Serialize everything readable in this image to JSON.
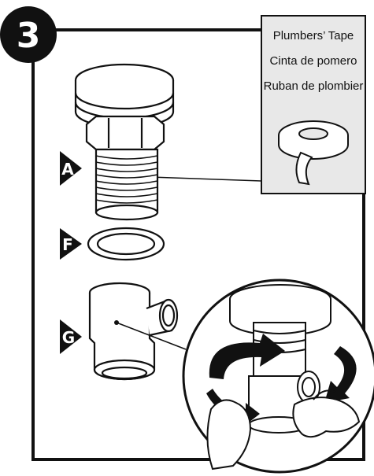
{
  "step": {
    "number": "3"
  },
  "inset": {
    "lines": [
      "Plumbers’ Tape",
      "Cinta de pomero",
      "Ruban de plombier"
    ]
  },
  "parts": {
    "a": "A",
    "f": "F",
    "g": "G"
  },
  "colors": {
    "ink": "#111111",
    "inset_fill": "#e8e8e8",
    "paper": "#ffffff"
  }
}
